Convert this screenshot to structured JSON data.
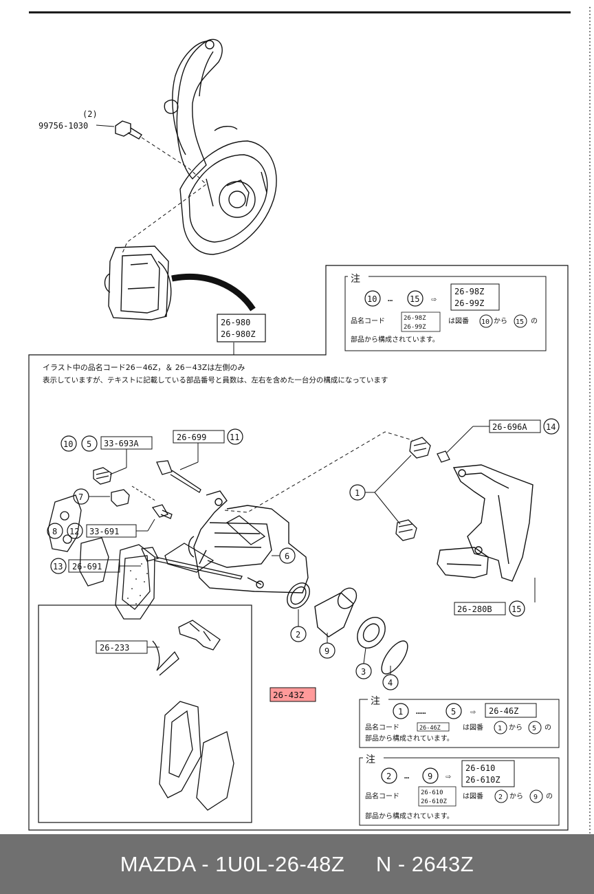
{
  "colors": {
    "line": "#111111",
    "highlight": "#ff9a9a",
    "footer_bg": "#707070",
    "footer_text": "#ffffff"
  },
  "bolt_label": {
    "qty": "(2)",
    "part": "99756-1030"
  },
  "main_code": {
    "line1": "26-980",
    "line2": "26-980Z"
  },
  "note_top": {
    "title": "注",
    "num_from": "10",
    "num_to": "15",
    "dots": "…",
    "codes": [
      "26-98Z",
      "26-99Z"
    ],
    "label": "品名コード",
    "small_codes": [
      "26-98Z",
      "26-99Z"
    ],
    "text_a": "は図番",
    "text_b": "から",
    "text_c": "の",
    "line2": "部品から構成されています。"
  },
  "illustration_note": {
    "line1": "イラスト中の品名コード26－46Z，＆ 26－43Zは左側のみ",
    "line2": "表示していますが、テキストに記載している部品番号と員数は、左右を含めた一台分の構成になっています"
  },
  "callouts": {
    "c10_5": {
      "nums": [
        "10",
        "5"
      ],
      "code": "33-693A"
    },
    "c699": {
      "num": "11",
      "code": "26-699"
    },
    "c7": {
      "num": "7"
    },
    "c8_12": {
      "nums": [
        "8",
        "12"
      ],
      "code": "33-691"
    },
    "c13": {
      "num": "13",
      "code": "26-691"
    },
    "c696": {
      "num": "14",
      "code": "26-696A"
    },
    "c1": {
      "num": "1"
    },
    "c6": {
      "num": "6"
    },
    "c280": {
      "num": "15",
      "code": "26-280B"
    },
    "c2": {
      "num": "2"
    },
    "c9": {
      "num": "9"
    },
    "c3": {
      "num": "3"
    },
    "c4": {
      "num": "4"
    },
    "c233": {
      "code": "26-233"
    },
    "c43z": {
      "code": "26-43Z"
    }
  },
  "note_mid": {
    "title": "注",
    "num_from": "1",
    "num_to": "5",
    "dots": "……",
    "code": "26-46Z",
    "label": "品名コード",
    "small_code": "26-46Z",
    "text_a": "は図番",
    "text_b": "から",
    "text_c": "の",
    "line2": "部品から構成されています。"
  },
  "note_bot": {
    "title": "注",
    "num_from": "2",
    "num_to": "9",
    "dots": "…",
    "codes": [
      "26-610",
      "26-610Z"
    ],
    "label": "品名コード",
    "small_codes": [
      "26-610",
      "26-610Z"
    ],
    "text_a": "は図番",
    "text_b": "から",
    "text_c": "の",
    "line2": "部品から構成されています。"
  },
  "footer": {
    "text": "MAZDA - 1U0L-26-48Z     N - 2643Z"
  }
}
